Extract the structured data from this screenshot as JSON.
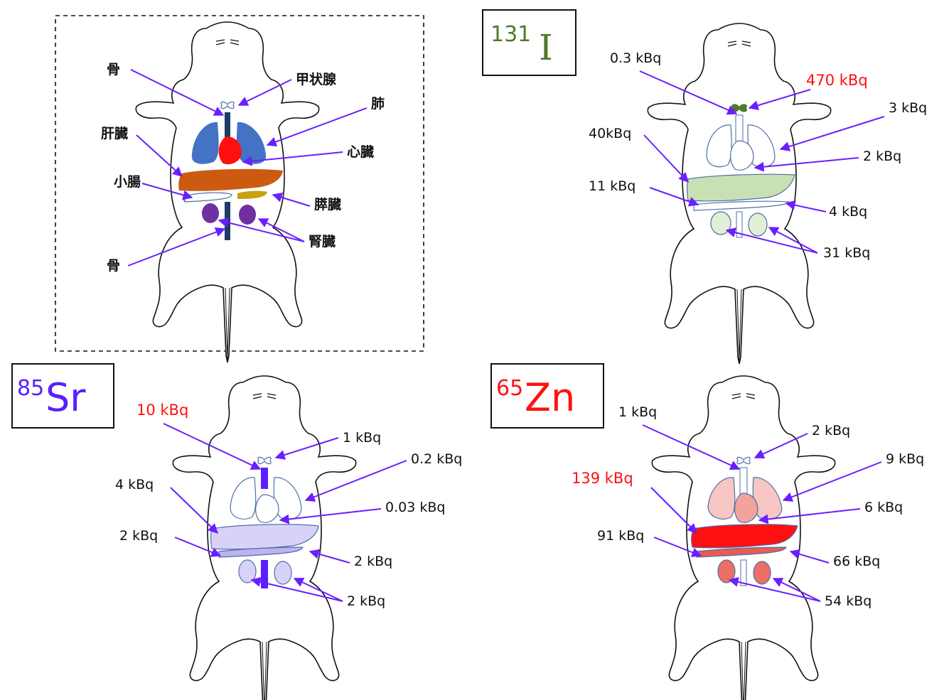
{
  "colors": {
    "arrow": "#6a1fff",
    "highlight": "#ff1010",
    "iodine": "#4f7a2a",
    "strontium": "#5a1fff",
    "zinc": "#ff1010"
  },
  "legend": {
    "labels": {
      "bone_top": "骨",
      "thyroid": "甲状腺",
      "lung": "肺",
      "liver": "肝臓",
      "heart": "心臓",
      "intestine": "小腸",
      "pancreas": "膵臓",
      "kidney": "腎臓",
      "bone_bottom": "骨"
    }
  },
  "panels": {
    "iodine": {
      "isotope": {
        "mass": "131",
        "symbol": "I"
      },
      "values": {
        "bone": "0.3 kBq",
        "thyroid": "470 kBq",
        "lung": "3 kBq",
        "liver": "40kBq",
        "heart": "2 kBq",
        "intestine": "11 kBq",
        "pancreas": "4 kBq",
        "kidney": "31 kBq"
      }
    },
    "strontium": {
      "isotope": {
        "mass": "85",
        "symbol": "Sr"
      },
      "values": {
        "bone": "10 kBq",
        "thyroid": "1 kBq",
        "lung": "0.2 kBq",
        "liver": "4 kBq",
        "heart": "0.03 kBq",
        "intestine": "2 kBq",
        "pancreas": "2 kBq",
        "kidney": "2 kBq"
      }
    },
    "zinc": {
      "isotope": {
        "mass": "65",
        "symbol": "Zn"
      },
      "values": {
        "bone": "1 kBq",
        "thyroid": "2 kBq",
        "lung": "9 kBq",
        "liver": "139 kBq",
        "heart": "6 kBq",
        "intestine": "91 kBq",
        "pancreas": "66 kBq",
        "kidney": "54 kBq"
      }
    }
  }
}
